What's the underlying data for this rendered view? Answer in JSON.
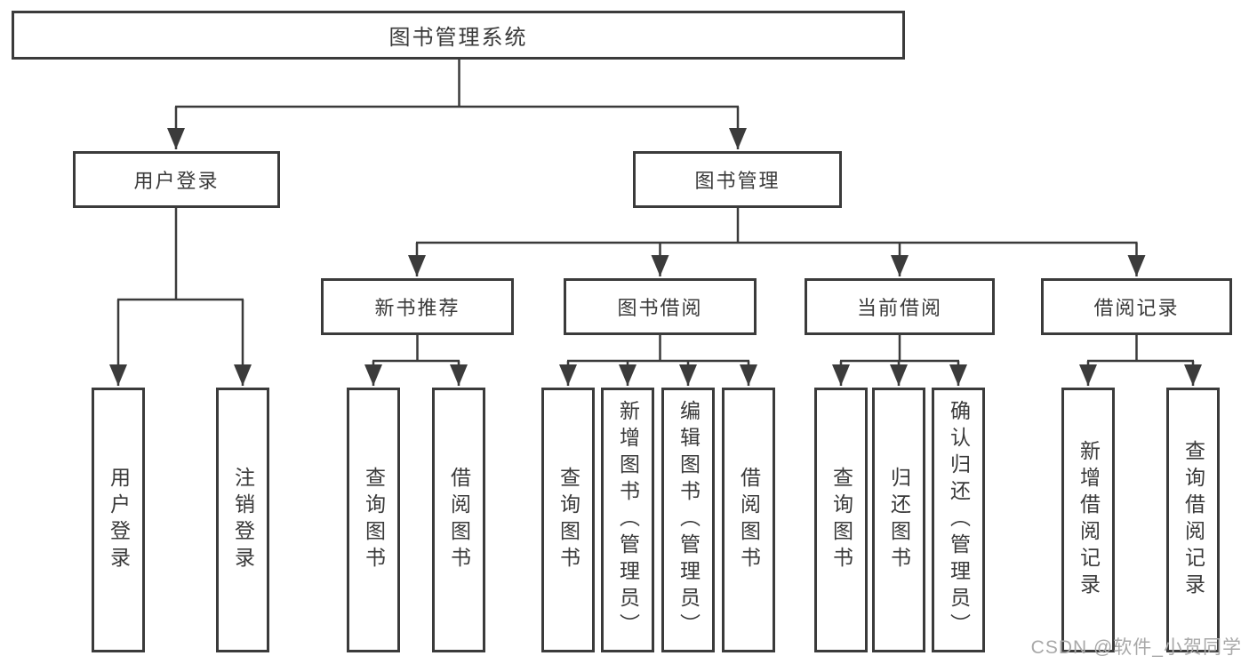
{
  "page": {
    "background": "#ffffff",
    "watermark": "CSDN @软件_小贺同学"
  },
  "style": {
    "line_color": "#3b3b3b",
    "box_border_color": "#3b3b3b",
    "box_fill": "#ffffff",
    "text_color": "#3a3a3a",
    "watermark_color": "#a8a8a8"
  },
  "diagram": {
    "type": "hierarchy-tree",
    "title": "图书管理系统",
    "nodes": {
      "root": {
        "label": "图书管理系统"
      },
      "user_login": {
        "label": "用户登录"
      },
      "book_mgmt": {
        "label": "图书管理"
      },
      "new_book_rec": {
        "label": "新书推荐"
      },
      "book_borrow": {
        "label": "图书借阅"
      },
      "current_borrow": {
        "label": "当前借阅"
      },
      "borrow_record": {
        "label": "借阅记录"
      },
      "leaf_user_login": {
        "label": "用户登录"
      },
      "leaf_logout": {
        "label": "注销登录"
      },
      "leaf_query_book_rec": {
        "label": "查询图书"
      },
      "leaf_borrow_book_rec": {
        "label": "借阅图书"
      },
      "leaf_query_book_borrow": {
        "label": "查询图书"
      },
      "leaf_add_book": {
        "label": "新增图书（管理员）"
      },
      "leaf_edit_book": {
        "label": "编辑图书（管理员）"
      },
      "leaf_borrow_book_borrow": {
        "label": "借阅图书"
      },
      "leaf_query_book_current": {
        "label": "查询图书"
      },
      "leaf_return_book": {
        "label": "归还图书"
      },
      "leaf_confirm_return": {
        "label": "确认归还（管理员）"
      },
      "leaf_add_record": {
        "label": "新增借阅记录"
      },
      "leaf_query_record": {
        "label": "查询借阅记录"
      }
    },
    "structure": {
      "图书管理系统": {
        "用户登录": [
          "用户登录",
          "注销登录"
        ],
        "图书管理": {
          "新书推荐": [
            "查询图书",
            "借阅图书"
          ],
          "图书借阅": [
            "查询图书",
            "新增图书（管理员）",
            "编辑图书（管理员）",
            "借阅图书"
          ],
          "当前借阅": [
            "查询图书",
            "归还图书",
            "确认归还（管理员）"
          ],
          "借阅记录": [
            "新增借阅记录",
            "查询借阅记录"
          ]
        }
      }
    }
  }
}
